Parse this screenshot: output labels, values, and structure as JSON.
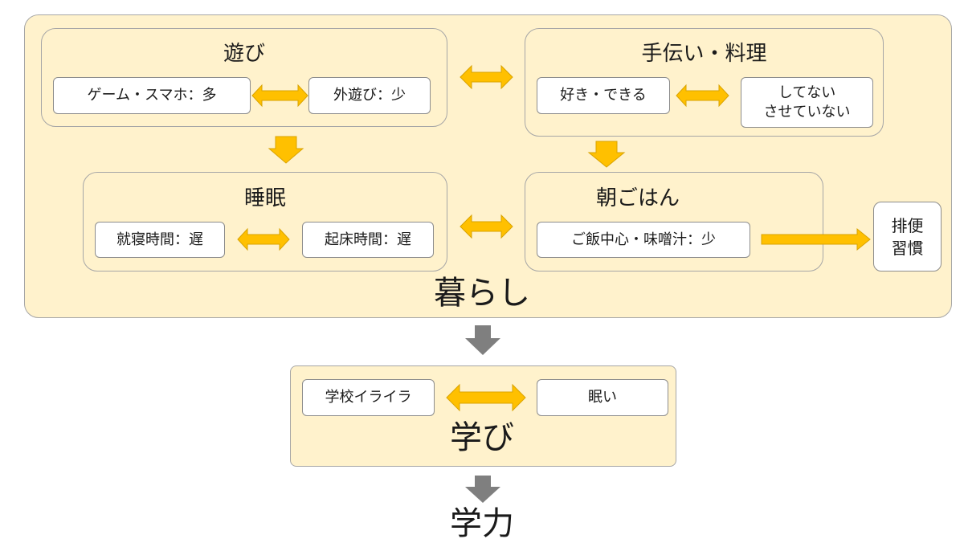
{
  "outer": {
    "label": "暮らし"
  },
  "play": {
    "title": "遊び",
    "left": "ゲーム・スマホ：多",
    "right": "外遊び：少"
  },
  "chores": {
    "title": "手伝い・料理",
    "left": "好き・できる",
    "right_line1": "してない",
    "right_line2": "させていない"
  },
  "sleep": {
    "title": "睡眠",
    "left": "就寝時間：遅",
    "right": "起床時間：遅"
  },
  "breakfast": {
    "title": "朝ごはん",
    "item": "ご飯中心・味噌汁：少"
  },
  "habit": {
    "line1": "排便",
    "line2": "習慣"
  },
  "learning": {
    "title": "学び",
    "left": "学校イライラ",
    "right": "眠い"
  },
  "ability": {
    "label": "学力"
  },
  "colors": {
    "panel_fill": "#fff2cc",
    "arrow_yellow": "#ffc000",
    "arrow_yellow_edge": "#d9a300",
    "arrow_gray": "#7f7f7f"
  }
}
